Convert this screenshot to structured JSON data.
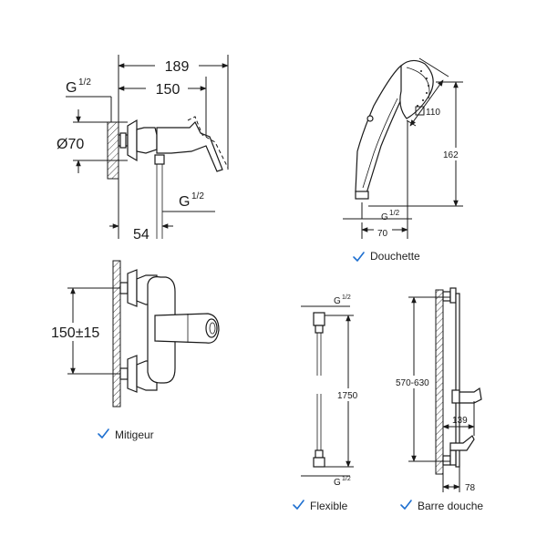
{
  "mitigeur_top": {
    "dim_189": "189",
    "dim_150": "150",
    "thread_top": "G",
    "thread_top_frac": "1/2",
    "dia_70": "Ø70",
    "thread_bottom": "G",
    "thread_bottom_frac": "1/2",
    "dim_54": "54"
  },
  "mitigeur_front": {
    "dim_150_15": "150±15"
  },
  "douchette": {
    "dim_110": "110",
    "dim_162": "162",
    "thread": "G",
    "thread_frac": "1/2",
    "dim_70": "70"
  },
  "flexible": {
    "thread_top": "G",
    "thread_top_frac": "1/2",
    "length": "1750",
    "thread_bottom": "G",
    "thread_bottom_frac": "1/2"
  },
  "barre": {
    "range": "570-630",
    "dim_139": "139",
    "dim_78": "78"
  },
  "captions": {
    "douchette": "Douchette",
    "mitigeur": "Mitigeur",
    "flexible": "Flexible",
    "barre": "Barre douche"
  },
  "colors": {
    "check": "#1e6fd0",
    "line": "#1a1a1a"
  }
}
